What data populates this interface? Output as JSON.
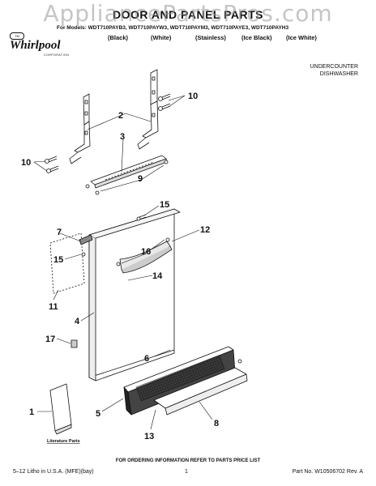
{
  "watermark": "AppliancePartsPros.com",
  "header": {
    "title": "DOOR AND PANEL PARTS",
    "models_line": "For Models: WDT710PAYB3, WDT710PAYW3, WDT710PAYM3, WDT710PAYE3, WDT710PAYH3",
    "colors": [
      "(Black)",
      "(White)",
      "(Stainless)",
      "(Ice Black)",
      "(Ice White)"
    ],
    "brand": "Whirlpool",
    "brand_sub": "CORPORATION",
    "brand_badge": "TM",
    "unit_type": [
      "UNDERCOUNTER",
      "DISHWASHER"
    ]
  },
  "callouts": {
    "c1": "1",
    "c2": "2",
    "c3": "3",
    "c4": "4",
    "c5": "5",
    "c6": "6",
    "c7": "7",
    "c8": "8",
    "c9": "9",
    "c10a": "10",
    "c10b": "10",
    "c11": "11",
    "c12": "12",
    "c13": "13",
    "c14": "14",
    "c15a": "15",
    "c15b": "15",
    "c16": "16",
    "c17": "17"
  },
  "literature_label": "Literature Parts",
  "order_note": "FOR ORDERING INFORMATION REFER TO PARTS PRICE LIST",
  "footer": {
    "left": "5–12 Litho in U.S.A. (MFE)(bay)",
    "center": "1",
    "right": "Part No. W10506702 Rev. A"
  }
}
